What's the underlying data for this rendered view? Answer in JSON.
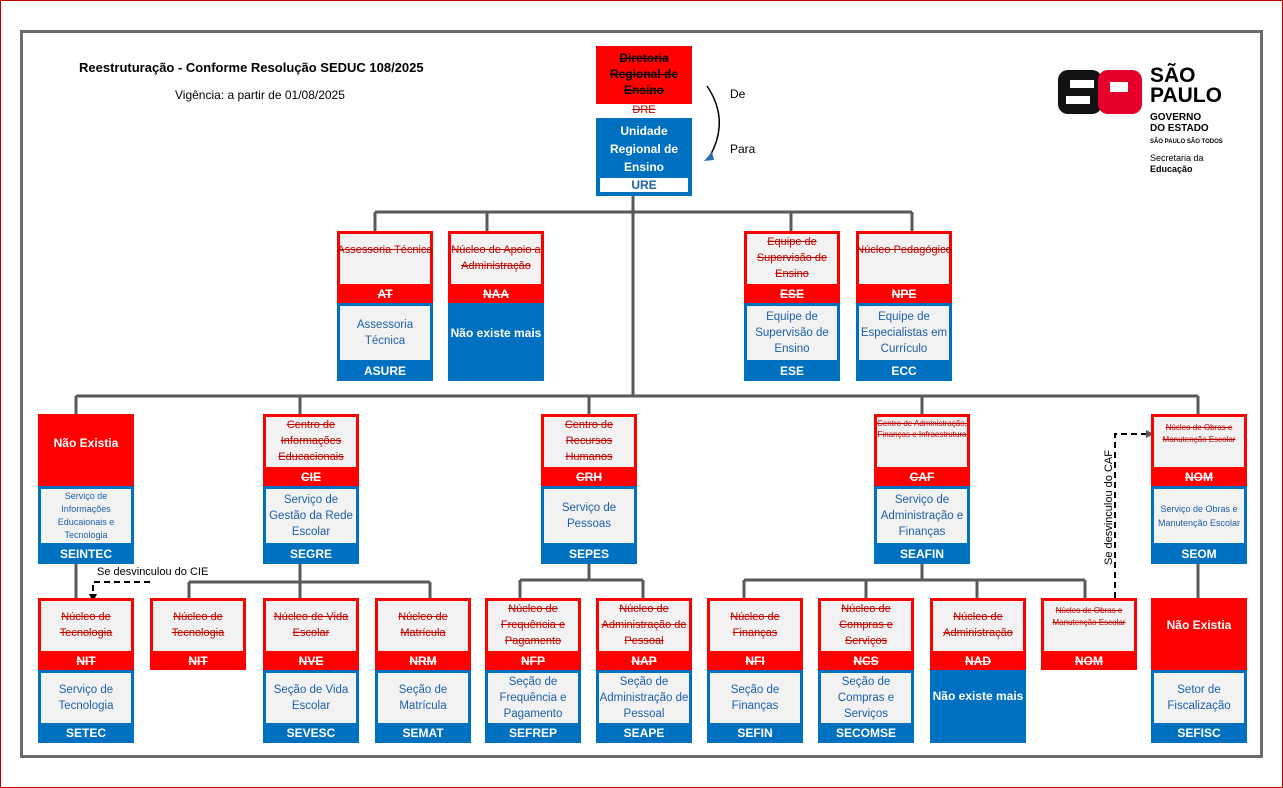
{
  "header": {
    "title": "Reestruturação - Conforme Resolução SEDUC 108/2025",
    "subtitle": "Vigência: a partir de 01/08/2025",
    "de_label": "De",
    "para_label": "Para"
  },
  "logo": {
    "line1": "SÃO",
    "line2": "PAULO",
    "line3": "GOVERNO",
    "line4": "DO ESTADO",
    "tagline": "SÃO PAULO SÃO TODOS",
    "sec1": "Secretaria da",
    "sec2": "Educação"
  },
  "annotations": {
    "cie_unlink": "Se desvinculou do CIE",
    "caf_unlink": "Se desvinculou do CAF"
  },
  "root": {
    "old_name": "Diretoria Regional de Ensino",
    "old_code": "DRE",
    "new_name": "Unidade Regional de Ensino",
    "new_code": "URE"
  },
  "level1": {
    "at": {
      "old_name": "Assessoria Técnica",
      "old_code": "AT",
      "new_name": "Assessoria Técnica",
      "new_code": "ASURE"
    },
    "naa": {
      "old_name": "Núcleo de Apoio a Administração",
      "old_code": "NAA",
      "new_name": "Não existe mais"
    },
    "ese": {
      "old_name": "Equipe de Supervisão de Ensino",
      "old_code": "ESE",
      "new_name": "Equipe de Supervisão de Ensino",
      "new_code": "ESE"
    },
    "npe": {
      "old_name": "Núcleo Pedagógico",
      "old_code": "NPE",
      "new_name": "Equipe de Especialistas em Currículo",
      "new_code": "ECC"
    }
  },
  "level2": {
    "seintec": {
      "old_name": "Não Existia",
      "new_name": "Serviço de Informações Educaionais e Tecnologia",
      "new_code": "SEINTEC"
    },
    "segre": {
      "old_name": "Centro de Informações Educacionais",
      "old_code": "CIE",
      "new_name": "Serviço de Gestão da Rede Escolar",
      "new_code": "SEGRE"
    },
    "sepes": {
      "old_name": "Centro de Recursos Humanos",
      "old_code": "CRH",
      "new_name": "Serviço de Pessoas",
      "new_code": "SEPES"
    },
    "seafin": {
      "old_name": "Centro de Administração, Finanças e Infraestrutura",
      "old_code": "CAF",
      "new_name": "Serviço de Administração e Finanças",
      "new_code": "SEAFIN"
    },
    "seom": {
      "old_name": "Núcleo de Obras e Manutenção Escolar",
      "old_code": "NOM",
      "new_name": "Serviço de Obras e Manutenção Escolar",
      "new_code": "SEOM"
    }
  },
  "level3": {
    "setec": {
      "old_name": "Núcleo de Tecnologia",
      "old_code": "NIT",
      "new_name": "Serviço de Tecnologia",
      "new_code": "SETEC"
    },
    "nit2": {
      "old_name": "Núcleo de Tecnologia",
      "old_code": "NIT"
    },
    "sevesc": {
      "old_name": "Núcleo de Vida Escolar",
      "old_code": "NVE",
      "new_name": "Seção de Vida Escolar",
      "new_code": "SEVESC"
    },
    "semat": {
      "old_name": "Núcleo de Matrícula",
      "old_code": "NRM",
      "new_name": "Seção de Matrícula",
      "new_code": "SEMAT"
    },
    "sefrep": {
      "old_name": "Núcleo de Frequência e Pagamento",
      "old_code": "NFP",
      "new_name": "Seção de Frequência e Pagamento",
      "new_code": "SEFREP"
    },
    "seape": {
      "old_name": "Núcleo de Administração de Pessoal",
      "old_code": "NAP",
      "new_name": "Seção de Administração de Pessoal",
      "new_code": "SEAPE"
    },
    "sefin": {
      "old_name": "Núcleo de Finanças",
      "old_code": "NFI",
      "new_name": "Seção de Finanças",
      "new_code": "SEFIN"
    },
    "secomse": {
      "old_name": "Núcleo de Compras e Serviços",
      "old_code": "NCS",
      "new_name": "Seção de Compras e Serviços",
      "new_code": "SECOMSE"
    },
    "nad": {
      "old_name": "Núcleo de Administração",
      "old_code": "NAD",
      "new_name": "Não existe mais"
    },
    "nom2": {
      "old_name": "Núcleo de Obras e Manutenção Escolar",
      "old_code": "NOM"
    },
    "sefisc": {
      "old_name": "Não Existia",
      "new_name": "Setor de Fiscalização",
      "new_code": "SEFISC"
    }
  },
  "colors": {
    "red": "#ff0000",
    "blue": "#0070c0",
    "connector": "#595959"
  }
}
